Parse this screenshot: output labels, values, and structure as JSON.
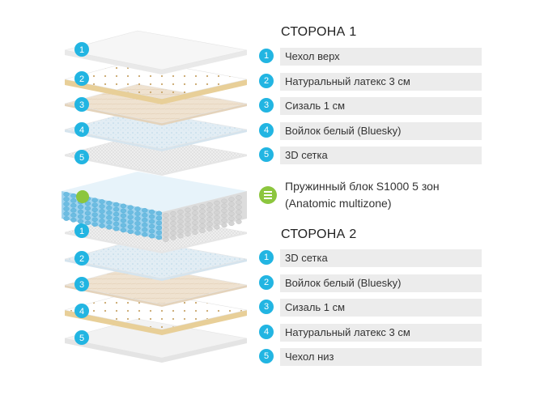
{
  "side1": {
    "title": "СТОРОНА 1",
    "items": [
      {
        "num": "1",
        "label": "Чехол верх"
      },
      {
        "num": "2",
        "label": "Натуральный латекс 3 см"
      },
      {
        "num": "3",
        "label": "Сизаль 1 см"
      },
      {
        "num": "4",
        "label": "Войлок белый (Bluesky)"
      },
      {
        "num": "5",
        "label": "3D сетка"
      }
    ]
  },
  "spring_block": {
    "line1": "Пружинный блок S1000 5 зон",
    "line2": "(Anatomic multizone)"
  },
  "side2": {
    "title": "СТОРОНА 2",
    "items": [
      {
        "num": "1",
        "label": "3D сетка"
      },
      {
        "num": "2",
        "label": "Войлок белый (Bluesky)"
      },
      {
        "num": "3",
        "label": "Сизаль 1 см"
      },
      {
        "num": "4",
        "label": "Натуральный латекс 3 см"
      },
      {
        "num": "5",
        "label": "Чехол низ"
      }
    ]
  },
  "colors": {
    "badge": "#22b5e2",
    "spring_icon": "#8cc63e",
    "legend_bar": "#ececec",
    "latex": "#f3dfb0",
    "sisal": "#efe4d6",
    "felt": "#dde9f2",
    "mesh": "#eeeeee",
    "cover": "#f5f5f5",
    "springs_blue": "#7cc6e6",
    "springs_white": "#dcdcdc"
  }
}
